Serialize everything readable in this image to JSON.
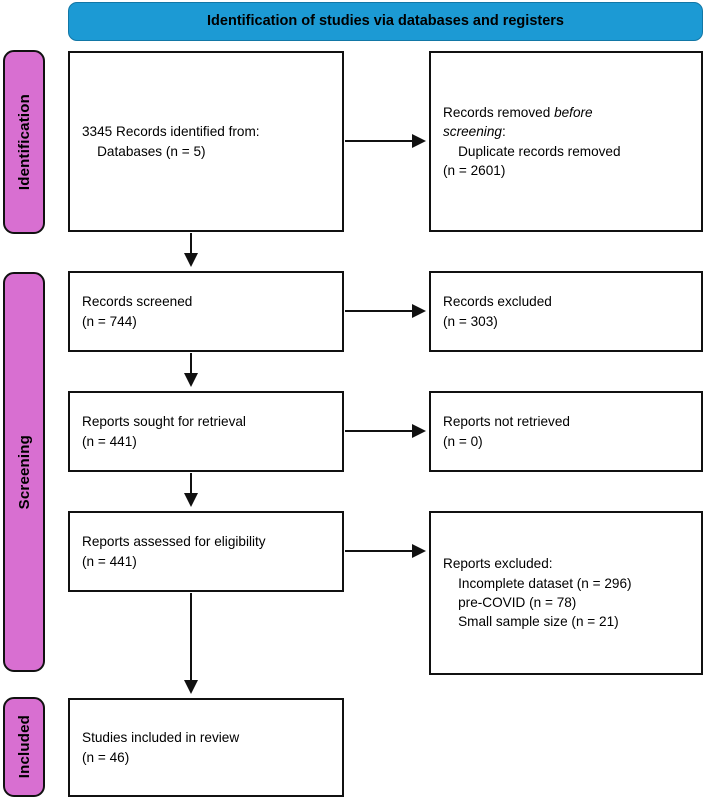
{
  "banner": {
    "title": "Identification of studies via databases and registers",
    "color": "#1C9AD4"
  },
  "phases": [
    {
      "key": "identification",
      "label": "Identification",
      "color": "#D86FD1"
    },
    {
      "key": "screening",
      "label": "Screening",
      "color": "#D86FD1"
    },
    {
      "key": "included",
      "label": "Included",
      "color": "#D86FD1"
    }
  ],
  "boxes": {
    "identified": {
      "line1": "3345 Records identified from:",
      "line2": "    Databases (n = 5)"
    },
    "removed": {
      "line1_a": "Records removed ",
      "line1_b": "before",
      "line2_a": "screening",
      "line2_b": ":",
      "line3": "    Duplicate records removed",
      "line4": "(n = 2601)"
    },
    "screened": {
      "line1": "Records screened",
      "line2": "(n = 744)"
    },
    "excluded_records": {
      "line1": "Records excluded",
      "line2": "(n = 303)"
    },
    "sought": {
      "line1": "Reports sought for retrieval",
      "line2": "(n = 441)"
    },
    "not_retrieved": {
      "line1": "Reports not retrieved",
      "line2": "(n = 0)"
    },
    "assessed": {
      "line1": "Reports assessed for eligibility",
      "line2": "(n = 441)"
    },
    "excluded_reports": {
      "line1": "Reports excluded:",
      "line2": "    Incomplete dataset (n = 296)",
      "line3": "    pre-COVID (n = 78)",
      "line4": "    Small sample size (n = 21)"
    },
    "included": {
      "line1": "Studies included in review",
      "line2": "(n = 46)"
    }
  },
  "connectors": [
    {
      "name": "identified-to-removed",
      "kind": "horizontal-arrow"
    },
    {
      "name": "identified-to-screened",
      "kind": "vertical-arrow"
    },
    {
      "name": "screened-to-excluded-records",
      "kind": "horizontal-arrow"
    },
    {
      "name": "screened-to-sought",
      "kind": "vertical-arrow"
    },
    {
      "name": "sought-to-not-retrieved",
      "kind": "horizontal-arrow"
    },
    {
      "name": "sought-to-assessed",
      "kind": "vertical-arrow"
    },
    {
      "name": "assessed-to-excluded-reports",
      "kind": "horizontal-arrow"
    },
    {
      "name": "assessed-to-included",
      "kind": "vertical-arrow"
    }
  ]
}
